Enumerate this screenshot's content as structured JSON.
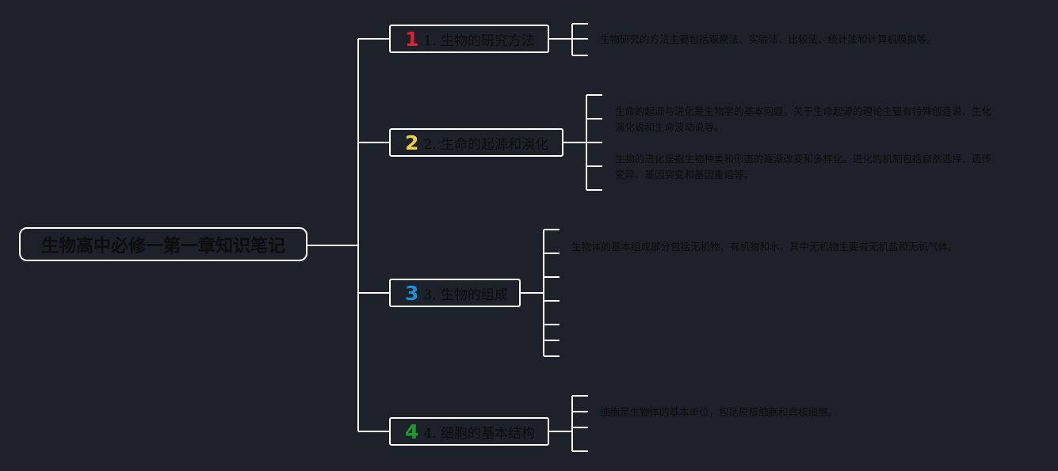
{
  "root": {
    "title": "生物高中必修一第一章知识笔记"
  },
  "branches": [
    {
      "number": "1",
      "number_color": "#e0202a",
      "label": "1. 生物的研究方法",
      "notes": [
        "生物研究的方法主要包括观察法、实验法、比较法、统计法和计算机模拟等。"
      ]
    },
    {
      "number": "2",
      "number_color": "#f0d247",
      "label": "2. 生命的起源和演化",
      "notes": [
        "生命的起源与进化是生物学的基本问题。关于生命起源的理论主要有特殊创造说、生化演化说和生命波动说等。",
        "生物的进化是指生物种类和形态的逐渐改变和多样化。进化的机制包括自然选择、遗传变异、基因突变和基因重组等。"
      ]
    },
    {
      "number": "3",
      "number_color": "#1e90d8",
      "label": "3. 生物的组成",
      "notes": [
        "生物体的基本组成部分包括无机物、有机物和水。其中无机物主要有无机盐和无机气体。"
      ]
    },
    {
      "number": "4",
      "number_color": "#1a9c2a",
      "label": "4. 细胞的基本结构",
      "notes": [
        "细胞是生物体的基本单位，包括原核细胞和真核细胞。"
      ]
    }
  ]
}
